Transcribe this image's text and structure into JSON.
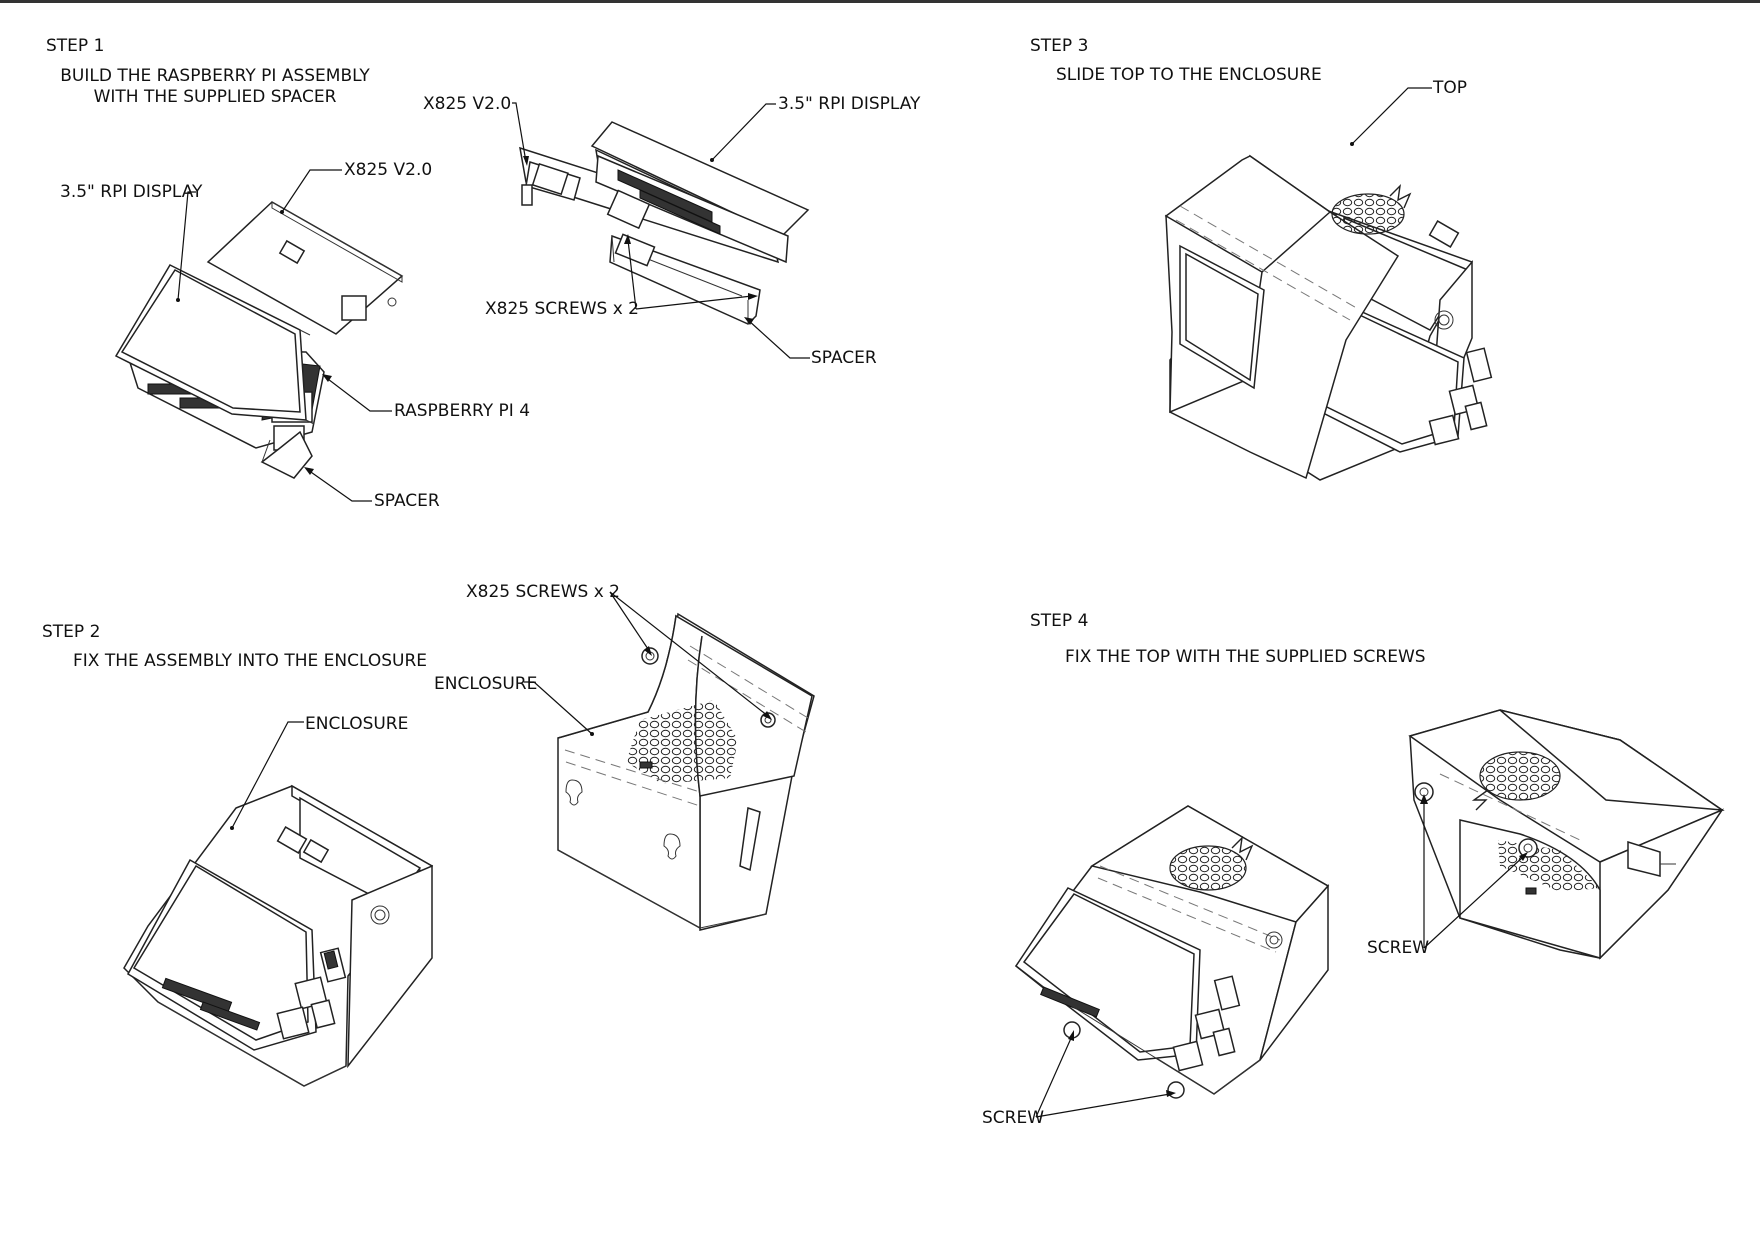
{
  "steps": {
    "step1": {
      "title": "STEP 1",
      "instruction_line1": "BUILD THE RASPBERRY PI ASSEMBLY",
      "instruction_line2": "WITH THE SUPPLIED SPACER",
      "labels": {
        "display_a": "3.5\" RPI DISPLAY",
        "x825_a": "X825 V2.0",
        "raspberry_pi": "RASPBERRY PI 4",
        "spacer_a": "SPACER",
        "x825_b": "X825 V2.0",
        "display_b": "3.5\" RPI DISPLAY",
        "screws": "X825 SCREWS x 2",
        "spacer_b": "SPACER"
      }
    },
    "step2": {
      "title": "STEP 2",
      "instruction": "FIX THE ASSEMBLY INTO THE ENCLOSURE",
      "labels": {
        "enclosure_a": "ENCLOSURE",
        "screws": "X825 SCREWS x 2",
        "enclosure_b": "ENCLOSURE"
      }
    },
    "step3": {
      "title": "STEP 3",
      "instruction": "SLIDE TOP TO THE ENCLOSURE",
      "labels": {
        "top": "TOP"
      }
    },
    "step4": {
      "title": "STEP 4",
      "instruction": "FIX THE TOP WITH THE SUPPLIED SCREWS",
      "labels": {
        "screw_a": "SCREW",
        "screw_b": "SCREW"
      }
    }
  }
}
